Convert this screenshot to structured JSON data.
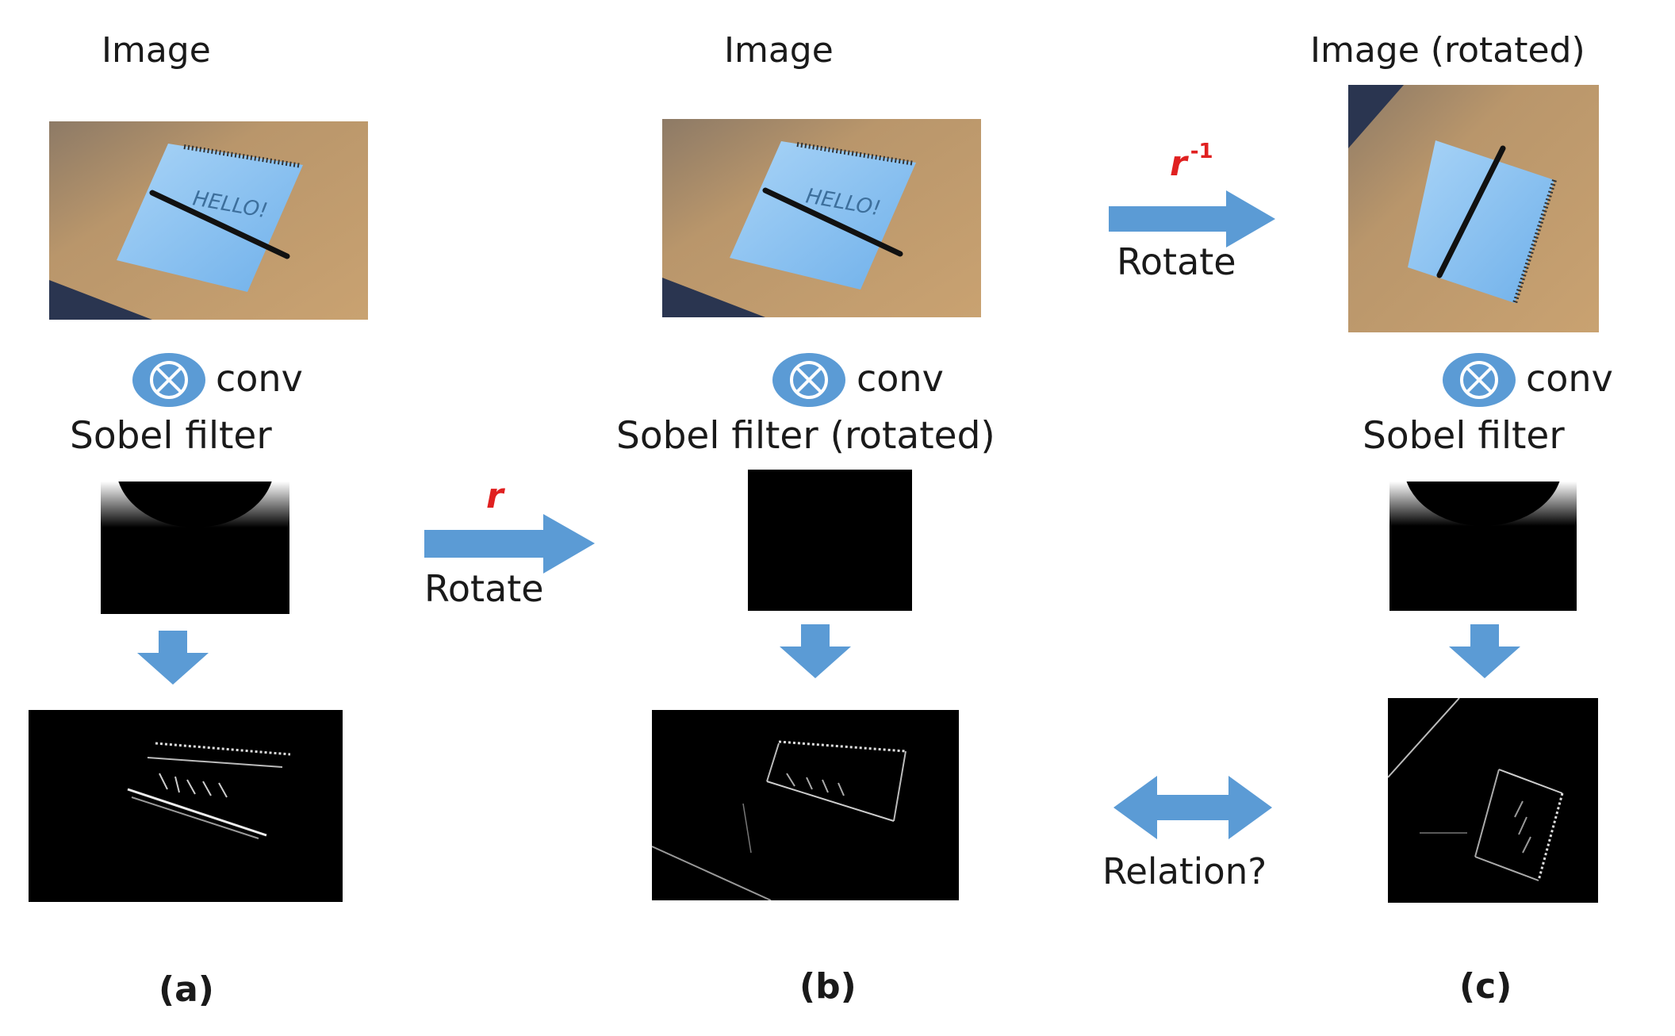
{
  "panel_a": {
    "title": "Image",
    "conv_label": "conv",
    "filter_label": "Sobel filter",
    "caption": "(a)"
  },
  "panel_b": {
    "title": "Image",
    "conv_label": "conv",
    "filter_label": "Sobel filter (rotated)",
    "caption": "(b)"
  },
  "panel_c": {
    "title": "Image (rotated)",
    "conv_label": "conv",
    "filter_label": "Sobel filter",
    "caption": "(c)"
  },
  "rotate_forward": {
    "symbol": "r",
    "label": "Rotate"
  },
  "rotate_inverse": {
    "symbol": "r",
    "exponent": "-1",
    "label": "Rotate"
  },
  "relation_label": "Relation?",
  "notebook_text": "HELLO!",
  "colors": {
    "arrow_blue": "#5b9bd5",
    "symbol_red": "#e02020",
    "conv_circle": "#5b9bd5",
    "desk": "#b8956a",
    "notebook": "#8cc3f0"
  }
}
